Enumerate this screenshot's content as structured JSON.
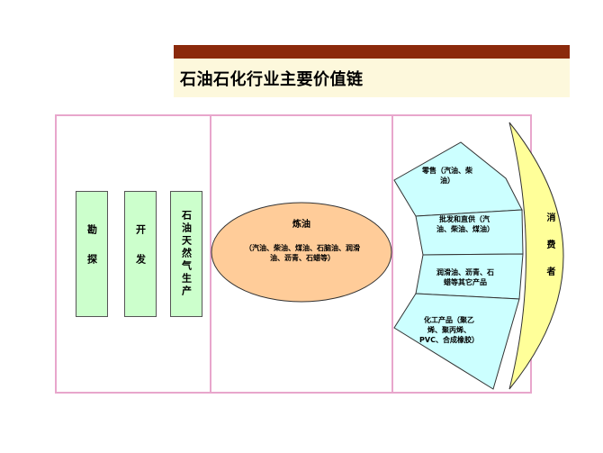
{
  "title": "石油石化行业主要价值链",
  "upstream": {
    "exploration": "勘探",
    "development": "开发",
    "production": "石油天然气生产"
  },
  "refining": {
    "title": "炼油",
    "detail": "（汽油、柴油、煤油、石脑油、润滑油、沥青、石蜡等）"
  },
  "segments": [
    {
      "label": "零售（汽油、柴油）"
    },
    {
      "label": "批发和直供（汽油、柴油、煤油）"
    },
    {
      "label": "润滑油、沥青、石蜡等其它产品"
    },
    {
      "label": "化工产品（聚乙烯、聚丙烯、PVC、合成橡胶）"
    }
  ],
  "consumer": "消费者",
  "colors": {
    "title_bar": "#8b2a0c",
    "title_band": "#fdf8dc",
    "frame": "#e8a6cc",
    "green": "#ccffcc",
    "refining": "#ffcc99",
    "segment": "#ccffff",
    "consumer": "#ffff99"
  }
}
